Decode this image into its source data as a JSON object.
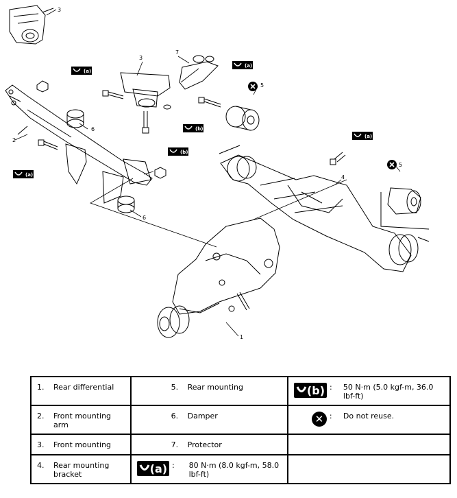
{
  "diagram": {
    "callouts": {
      "c1": "1",
      "c2": "2",
      "c3a": "3",
      "c3b": "3",
      "c4": "4",
      "c5a": "5",
      "c5b": "5",
      "c6a": "6",
      "c6b": "6",
      "c7": "7"
    },
    "torque_badges": {
      "a1": "(a)",
      "a2": "(a)",
      "a3": "(a)",
      "a4": "(a)",
      "b1": "(b)",
      "b2": "(b)"
    }
  },
  "legend": {
    "rows": [
      {
        "c1_num": "1.",
        "c1_text": "Rear differential",
        "c2_num": "5.",
        "c2_text": "Rear mounting",
        "c3_symbol": "(b)",
        "c3_colon": ":",
        "c3_text": "50 N·m (5.0 kgf-m, 36.0 lbf-ft)"
      },
      {
        "c1_num": "2.",
        "c1_text": "Front mounting arm",
        "c2_num": "6.",
        "c2_text": "Damper",
        "c3_colon": ":",
        "c3_text": "Do not reuse."
      },
      {
        "c1_num": "3.",
        "c1_text": "Front mounting",
        "c2_num": "7.",
        "c2_text": "Protector"
      },
      {
        "c1_num": "4.",
        "c1_text": "Rear mounting bracket",
        "c2_symbol": "(a)",
        "c2_colon": ":",
        "c2_text": "80 N·m (8.0 kgf-m, 58.0 lbf-ft)"
      }
    ]
  }
}
